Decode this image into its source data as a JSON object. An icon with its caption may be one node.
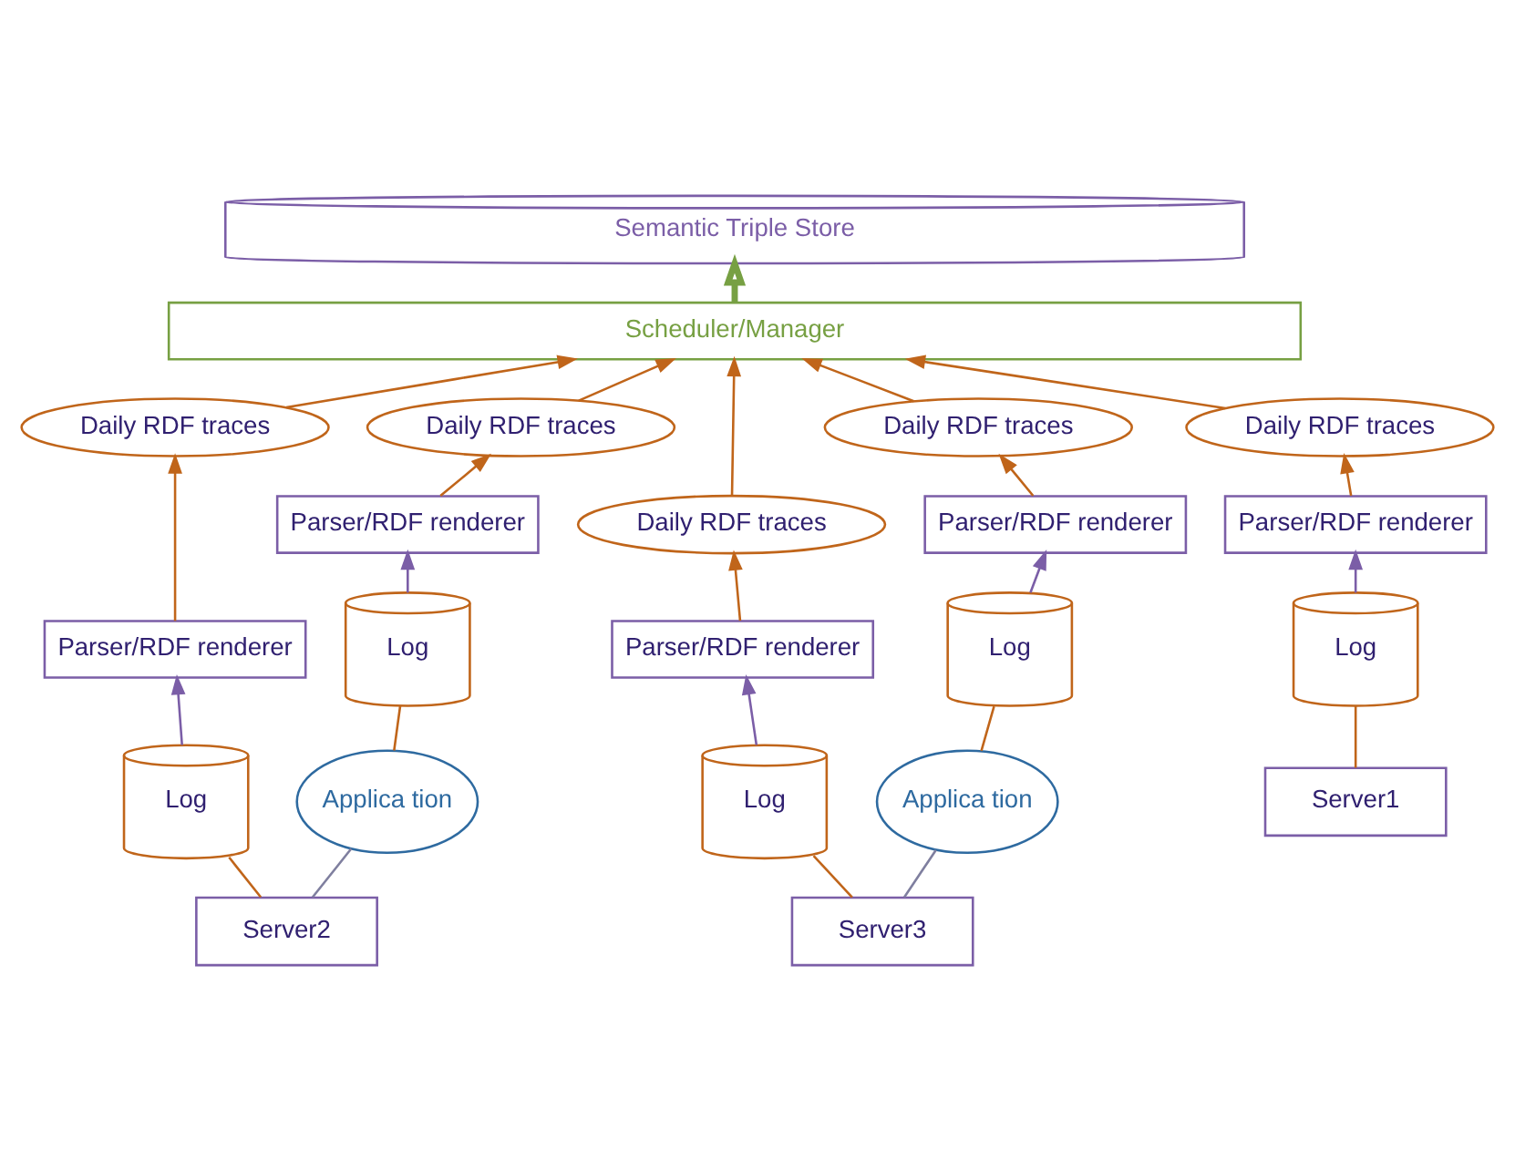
{
  "diagram": {
    "nodes": [
      {
        "text": [
          "Semantic Triple Store"
        ]
      },
      {
        "text": [
          "Scheduler/Manager"
        ]
      },
      {
        "text": [
          "Daily RDF traces"
        ]
      },
      {
        "text": [
          "Daily RDF traces"
        ]
      },
      {
        "text": [
          "Daily RDF traces"
        ]
      },
      {
        "text": [
          "Daily RDF traces"
        ]
      },
      {
        "text": [
          "Parser/RDF renderer"
        ]
      },
      {
        "text": [
          "Daily RDF traces"
        ]
      },
      {
        "text": [
          "Parser/RDF renderer"
        ]
      },
      {
        "text": [
          "Parser/RDF renderer"
        ]
      },
      {
        "text": [
          "Parser/RDF renderer"
        ]
      },
      {
        "text": [
          "Log"
        ]
      },
      {
        "text": [
          "Parser/RDF renderer"
        ]
      },
      {
        "text": [
          "Log"
        ]
      },
      {
        "text": [
          "Log"
        ]
      },
      {
        "text": [
          "Log"
        ]
      },
      {
        "text": [
          "Applica tion"
        ]
      },
      {
        "text": [
          "Log"
        ]
      },
      {
        "text": [
          "Applica tion"
        ]
      },
      {
        "text": [
          "Server1"
        ]
      },
      {
        "text": [
          "Server2"
        ]
      },
      {
        "text": [
          "Server3"
        ]
      }
    ],
    "edges": [
      {
        "from": 1,
        "to": 0,
        "arrow": "to",
        "style": "thick",
        "color": "#77a043"
      },
      {
        "from": 4,
        "to": 1,
        "arrow": "to"
      },
      {
        "from": 5,
        "to": 1,
        "arrow": "to"
      },
      {
        "from": 2,
        "to": 1,
        "arrow": "to"
      },
      {
        "from": 7,
        "to": 1,
        "arrow": "to"
      },
      {
        "from": 3,
        "to": 1,
        "arrow": "to"
      },
      {
        "from": 9,
        "to": 4,
        "arrow": "to"
      },
      {
        "from": 10,
        "to": 5,
        "arrow": "to"
      },
      {
        "from": 6,
        "to": 2,
        "arrow": "to"
      },
      {
        "from": 12,
        "to": 7,
        "arrow": "to"
      },
      {
        "from": 8,
        "to": 3,
        "arrow": "to"
      },
      {
        "from": 14,
        "to": 9,
        "arrow": "to",
        "color": "#7b5ea7"
      },
      {
        "from": 15,
        "to": 10,
        "arrow": "to",
        "color": "#7b5ea7"
      },
      {
        "from": 11,
        "to": 6,
        "arrow": "to",
        "color": "#7b5ea7"
      },
      {
        "from": 17,
        "to": 12,
        "arrow": "to",
        "color": "#7b5ea7"
      },
      {
        "from": 13,
        "to": 8,
        "arrow": "to",
        "color": "#7b5ea7"
      },
      {
        "from": 19,
        "to": 14,
        "arrow": "none"
      },
      {
        "from": 20,
        "to": 15,
        "arrow": "none"
      },
      {
        "from": 20,
        "to": 16,
        "arrow": "none",
        "color": "#7f7f9f"
      },
      {
        "from": 16,
        "to": 11,
        "arrow": "none"
      },
      {
        "from": 21,
        "to": 17,
        "arrow": "none"
      },
      {
        "from": 21,
        "to": 18,
        "arrow": "none",
        "color": "#7f7f9f"
      },
      {
        "from": 18,
        "to": 13,
        "arrow": "none"
      }
    ]
  }
}
